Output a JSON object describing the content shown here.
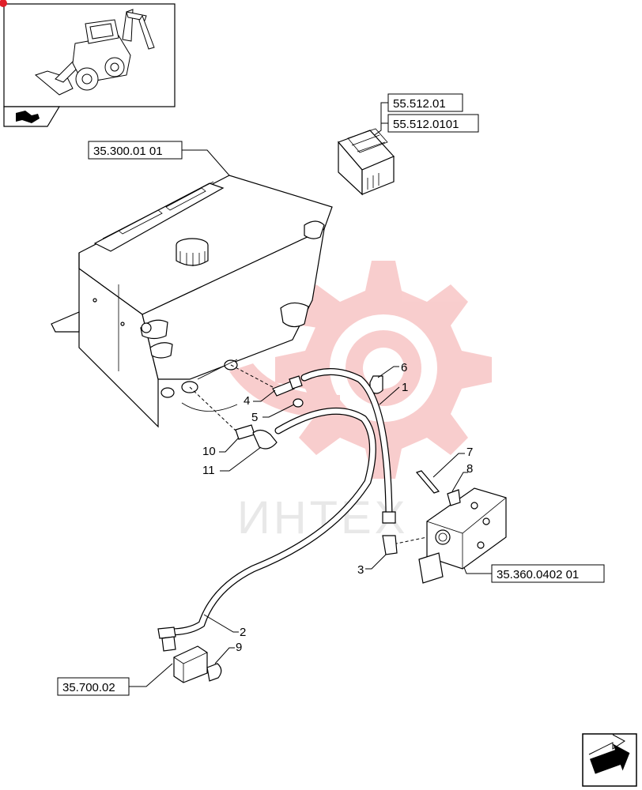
{
  "references": {
    "tank_ref": "35.300.01 01",
    "switch_ref_1": "55.512.01",
    "switch_ref_2": "55.512.0101",
    "valve_ref": "35.360.0402 01",
    "block_ref": "35.700.02"
  },
  "callouts": [
    "1",
    "2",
    "3",
    "4",
    "5",
    "6",
    "7",
    "8",
    "9",
    "10",
    "11"
  ],
  "watermark": {
    "text": "ИНТЕХ",
    "color": "#f4a6a6"
  },
  "icons": {
    "thumbnail": "backhoe-loader-thumbnail-icon",
    "corner_arrow": "navigation-arrow-icon",
    "next_page": "next-page-arrow-icon"
  }
}
